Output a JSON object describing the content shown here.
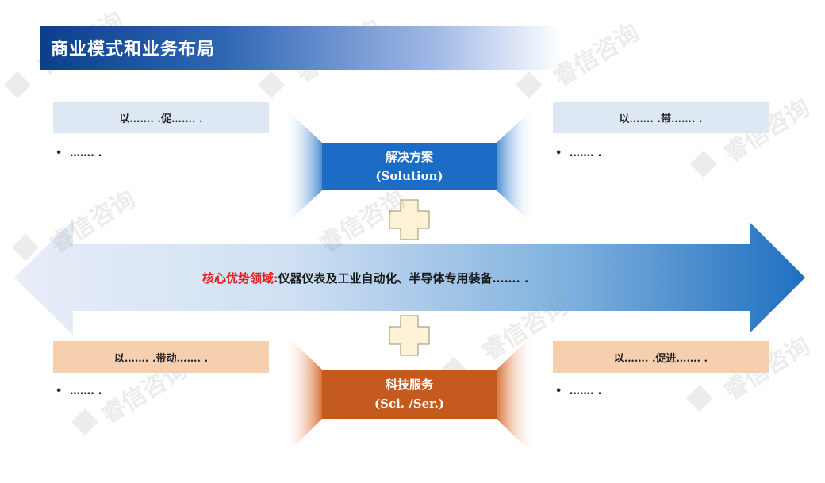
{
  "title": "商业模式和业务布局",
  "solution": {
    "line1": "解决方案",
    "line2": "(Solution)"
  },
  "service": {
    "line1": "科技服务",
    "line2": "(Sci. /Ser.)"
  },
  "core": {
    "label": "核心优势领域:",
    "text": "仪器仪表及工业自动化、半导体专用装备……. ."
  },
  "boxes": {
    "top_left": "以……. .促……. .",
    "top_right": "以……. .带……. .",
    "bottom_left": "以……. .带动……. .",
    "bottom_right": "以……. .促进……. ."
  },
  "bullets": {
    "top_left": "……. .",
    "top_right": "……. .",
    "bottom_left": "……. .",
    "bottom_right": "……. ."
  },
  "bullet_symbol": "•",
  "watermark": "睿信咨询",
  "colors": {
    "title_bar": "#0b3f8c",
    "solution": "#1a6cc4",
    "service": "#c55a1f",
    "core_label": "#e41b1b",
    "label_blue": "#dde8f4",
    "label_orange": "#f6cfae",
    "plus": "#fdf2d4"
  }
}
